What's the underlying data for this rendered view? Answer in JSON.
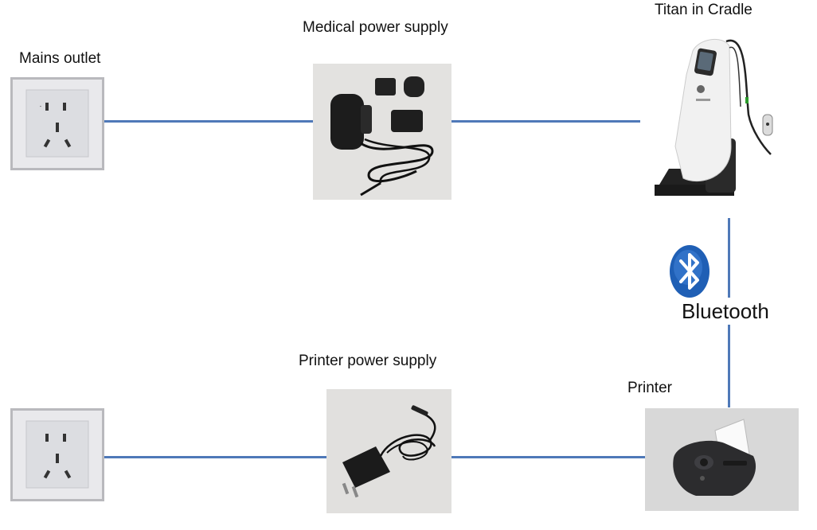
{
  "labels": {
    "mains_outlet": "Mains outlet",
    "medical_power_supply": "Medical power supply",
    "titan_in_cradle": "Titan in Cradle",
    "bluetooth": "Bluetooth",
    "printer_power_supply": "Printer power supply",
    "printer": "Printer"
  },
  "icons": {
    "outlet": "power-outlet-icon",
    "medical_psu": "power-adapter-icon",
    "titan": "titan-device-icon",
    "bluetooth": "bluetooth-icon",
    "printer_psu": "power-adapter-icon",
    "printer": "printer-icon"
  },
  "colors": {
    "connector_line": "#4f79b8",
    "bluetooth_blue": "#1f5fb5"
  }
}
